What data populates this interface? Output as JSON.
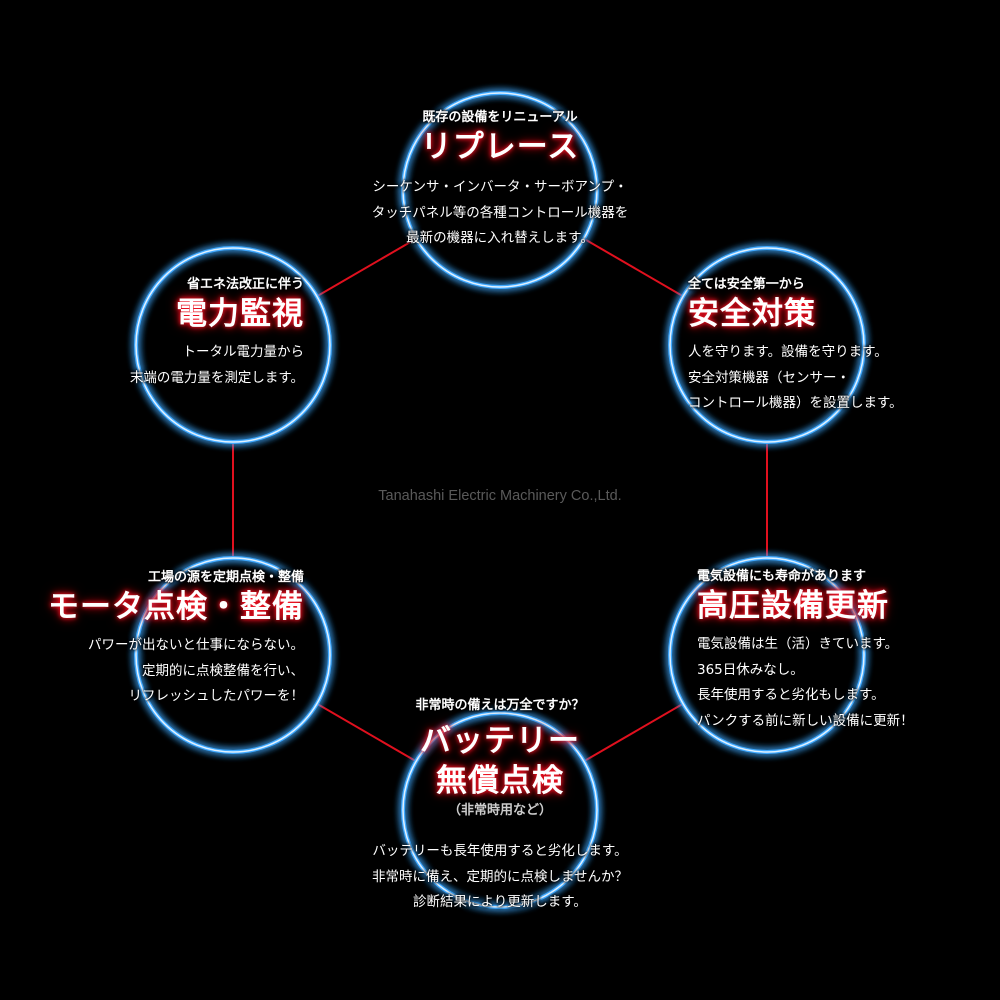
{
  "colors": {
    "ring": "#3fa9ff",
    "link": "#e0101e",
    "title_glow": "#ff1a2a"
  },
  "watermark": "Tanahashi Electric Machinery Co.,Ltd.",
  "nodes": {
    "replace": {
      "subtitle": "既存の設備をリニューアル",
      "title": "リプレース",
      "body": [
        "シーケンサ・インバータ・サーボアンプ・",
        "タッチパネル等の各種コントロール機器を",
        "最新の機器に入れ替えします。"
      ]
    },
    "safety": {
      "subtitle": "全ては安全第一から",
      "title": "安全対策",
      "body": [
        "人を守ります。設備を守ります。",
        "安全対策機器（センサー・",
        "コントロール機器）を設置します。"
      ]
    },
    "highvoltage": {
      "subtitle": "電気設備にも寿命があります",
      "title": "高圧設備更新",
      "body": [
        "電気設備は生（活）きています。",
        "365日休みなし。",
        "長年使用すると劣化もします。",
        "パンクする前に新しい設備に更新！"
      ]
    },
    "battery": {
      "subtitle": "非常時の備えは万全ですか？",
      "title_lines": [
        "バッテリー",
        "無償点検"
      ],
      "note": "（非常時用など）",
      "body": [
        "バッテリーも長年使用すると劣化します。",
        "非常時に備え、定期的に点検しませんか？",
        "診断結果により更新します。"
      ]
    },
    "motor": {
      "subtitle": "工場の源を定期点検・整備",
      "title": "モータ点検・整備",
      "body": [
        "パワーが出ないと仕事にならない。",
        "定期的に点検整備を行い、",
        "リフレッシュしたパワーを！"
      ]
    },
    "power": {
      "subtitle": "省エネ法改正に伴う",
      "title": "電力監視",
      "body": [
        "トータル電力量から",
        "末端の電力量を測定します。"
      ]
    }
  }
}
